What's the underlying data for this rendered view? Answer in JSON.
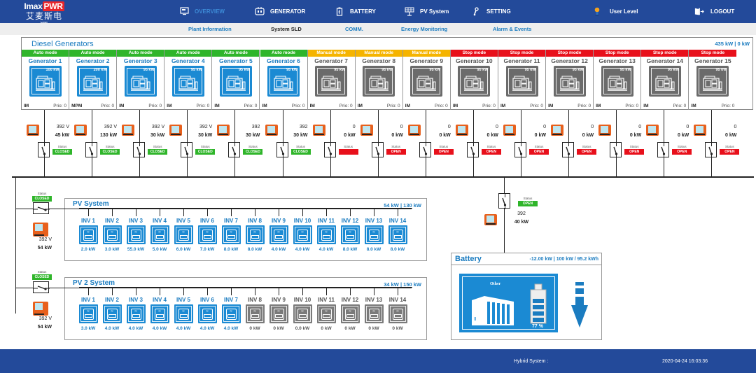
{
  "header": {
    "logo_brand_a": "Imax",
    "logo_brand_b": "PWR",
    "logo_subtitle": "艾麦斯电源",
    "nav": [
      {
        "label": "OVERVIEW",
        "icon": "monitor-icon",
        "active": true
      },
      {
        "label": "GENERATOR",
        "icon": "generator-icon",
        "active": false
      },
      {
        "label": "BATTERY",
        "icon": "battery-icon",
        "active": false
      },
      {
        "label": "PV System",
        "icon": "solar-panel-icon",
        "active": false
      },
      {
        "label": "SETTING",
        "icon": "wrench-icon",
        "active": false
      },
      {
        "label": "User Level",
        "icon": "user-level-icon",
        "active": false
      },
      {
        "label": "LOGOUT",
        "icon": "logout-icon",
        "active": false
      }
    ]
  },
  "subnav": [
    {
      "label": "Plant Information",
      "active": false
    },
    {
      "label": "System SLD",
      "active": true
    },
    {
      "label": "COMM.",
      "active": false
    },
    {
      "label": "Energy Monitoring",
      "active": false
    },
    {
      "label": "Alarm & Events",
      "active": false
    }
  ],
  "colors": {
    "header_bg": "#234a9a",
    "accent_blue": "#1b7cc0",
    "icon_blue": "#1b8ad3",
    "icon_gray": "#6b6b6b",
    "auto_mode": "#2fb52a",
    "manual_mode": "#f5b400",
    "stop_mode": "#e8101b",
    "closed": "#2fb52a",
    "open": "#e8101b"
  },
  "diesel": {
    "title": "Diesel Generators",
    "total": "435 kW | 0 kW",
    "generators": [
      {
        "mode": "Auto mode",
        "mode_key": "auto",
        "name": "Generator 1",
        "rating": "100 kW",
        "type": "IM",
        "prio": "Prio: 0",
        "voltage": "392 V",
        "power": "45 kW",
        "status_label": "Status",
        "status": "CLOSED",
        "status_key": "closed"
      },
      {
        "mode": "Auto mode",
        "mode_key": "auto",
        "name": "Generator 2",
        "rating": "200 kW",
        "type": "MPM",
        "prio": "Prio: 0",
        "voltage": "392 V",
        "power": "130 kW",
        "status_label": "Status",
        "status": "CLOSED",
        "status_key": "closed"
      },
      {
        "mode": "Auto mode",
        "mode_key": "auto",
        "name": "Generator 3",
        "rating": "95 kW",
        "type": "IM",
        "prio": "Prio: 0",
        "voltage": "392 V",
        "power": "30 kW",
        "status_label": "Status",
        "status": "CLOSED",
        "status_key": "closed"
      },
      {
        "mode": "Auto mode",
        "mode_key": "auto",
        "name": "Generator 4",
        "rating": "95 kW",
        "type": "IM",
        "prio": "Prio: 0",
        "voltage": "392 V",
        "power": "30 kW",
        "status_label": "Status",
        "status": "CLOSED",
        "status_key": "closed"
      },
      {
        "mode": "Auto mode",
        "mode_key": "auto",
        "name": "Generator 5",
        "rating": "95 kW",
        "type": "IM",
        "prio": "Prio: 0",
        "voltage": "392",
        "power": "30 kW",
        "status_label": "Status",
        "status": "CLOSED",
        "status_key": "closed"
      },
      {
        "mode": "Auto mode",
        "mode_key": "auto",
        "name": "Generator 6",
        "rating": "95 kW",
        "type": "IM",
        "prio": "Prio: 0",
        "voltage": "392",
        "power": "30 kW",
        "status_label": "Status",
        "status": "CLOSED",
        "status_key": "closed"
      },
      {
        "mode": "Manual mode",
        "mode_key": "manual",
        "name": "Generator 7",
        "rating": "95 kW",
        "type": "IM",
        "prio": "Prio: 0",
        "voltage": "0",
        "power": "0 kW",
        "status_label": "Status",
        "status": "",
        "status_key": "open"
      },
      {
        "mode": "Manual mode",
        "mode_key": "manual",
        "name": "Generator 8",
        "rating": "95 kW",
        "type": "IM",
        "prio": "Prio: 0",
        "voltage": "0",
        "power": "0 kW",
        "status_label": "Status",
        "status": "OPEN",
        "status_key": "open"
      },
      {
        "mode": "Manual mode",
        "mode_key": "manual",
        "name": "Generator 9",
        "rating": "95 kW",
        "type": "IM",
        "prio": "Prio: 0",
        "voltage": "0",
        "power": "0 kW",
        "status_label": "Status",
        "status": "OPEN",
        "status_key": "open"
      },
      {
        "mode": "Stop mode",
        "mode_key": "stop",
        "name": "Generator 10",
        "rating": "95 kW",
        "type": "IM",
        "prio": "Prio: 0",
        "voltage": "0",
        "power": "0 kW",
        "status_label": "Status",
        "status": "OPEN",
        "status_key": "open"
      },
      {
        "mode": "Stop mode",
        "mode_key": "stop",
        "name": "Generator 11",
        "rating": "95 kW",
        "type": "IM",
        "prio": "Prio: 0",
        "voltage": "0",
        "power": "0 kW",
        "status_label": "Status",
        "status": "OPEN",
        "status_key": "open"
      },
      {
        "mode": "Stop mode",
        "mode_key": "stop",
        "name": "Generator 12",
        "rating": "95 kW",
        "type": "IM",
        "prio": "Prio: 0",
        "voltage": "0",
        "power": "0 kW",
        "status_label": "Status",
        "status": "OPEN",
        "status_key": "open"
      },
      {
        "mode": "Stop mode",
        "mode_key": "stop",
        "name": "Generator 13",
        "rating": "95 kW",
        "type": "IM",
        "prio": "Prio: 0",
        "voltage": "0",
        "power": "0 kW",
        "status_label": "Status",
        "status": "OPEN",
        "status_key": "open"
      },
      {
        "mode": "Stop mode",
        "mode_key": "stop",
        "name": "Generator 14",
        "rating": "95 kW",
        "type": "IM",
        "prio": "Prio: 0",
        "voltage": "0",
        "power": "0 kW",
        "status_label": "Status",
        "status": "OPEN",
        "status_key": "open"
      },
      {
        "mode": "Stop mode",
        "mode_key": "stop",
        "name": "Generator 15",
        "rating": "95 kW",
        "type": "IM",
        "prio": "Prio: 0",
        "voltage": "0",
        "power": "0 kW",
        "status_label": "Status",
        "status": "OPEN",
        "status_key": "open"
      }
    ]
  },
  "pv1": {
    "title": "PV System",
    "total": "54 kW | 130 kW",
    "breaker_status_label": "Status",
    "breaker_status": "CLOSED",
    "voltage": "392 V",
    "power": "54 kW",
    "inverters": [
      {
        "name": "INV 1",
        "value": "2.0 kW",
        "on": true
      },
      {
        "name": "INV 2",
        "value": "3.0 kW",
        "on": true
      },
      {
        "name": "INV 3",
        "value": "55.0 kW",
        "on": true
      },
      {
        "name": "INV 4",
        "value": "5.0 kW",
        "on": true
      },
      {
        "name": "INV 5",
        "value": "6.0 kW",
        "on": true
      },
      {
        "name": "INV 6",
        "value": "7.0 kW",
        "on": true
      },
      {
        "name": "INV 7",
        "value": "8.0 kW",
        "on": true
      },
      {
        "name": "INV 8",
        "value": "8.0 kW",
        "on": true
      },
      {
        "name": "INV 9",
        "value": "4.0 kW",
        "on": true
      },
      {
        "name": "INV 10",
        "value": "4.0 kW",
        "on": true
      },
      {
        "name": "INV 11",
        "value": "4.0 kW",
        "on": true
      },
      {
        "name": "INV 12",
        "value": "8.0 kW",
        "on": true
      },
      {
        "name": "INV 13",
        "value": "8.0 kW",
        "on": true
      },
      {
        "name": "INV 14",
        "value": "8.0 kW",
        "on": true
      }
    ]
  },
  "pv2": {
    "title": "PV 2 System",
    "total": "34 kW | 150 kW",
    "breaker_status_label": "Status",
    "breaker_status": "CLOSED",
    "voltage": "392 V",
    "power": "54 kW",
    "inverters": [
      {
        "name": "INV 1",
        "value": "3.0 kW",
        "on": true
      },
      {
        "name": "INV 2",
        "value": "4.0 kW",
        "on": true
      },
      {
        "name": "INV 3",
        "value": "4.0 kW",
        "on": true
      },
      {
        "name": "INV 4",
        "value": "4.0 kW",
        "on": true
      },
      {
        "name": "INV 5",
        "value": "4.0 kW",
        "on": true
      },
      {
        "name": "INV 6",
        "value": "4.0 kW",
        "on": true
      },
      {
        "name": "INV 7",
        "value": "4.0 kW",
        "on": true
      },
      {
        "name": "INV 8",
        "value": "0 kW",
        "on": false
      },
      {
        "name": "INV 9",
        "value": "0 kW",
        "on": false
      },
      {
        "name": "INV 10",
        "value": "0.0 kW",
        "on": false
      },
      {
        "name": "INV 11",
        "value": "0 kW",
        "on": false
      },
      {
        "name": "INV 12",
        "value": "0 kW",
        "on": false
      },
      {
        "name": "INV 13",
        "value": "0 kW",
        "on": false
      },
      {
        "name": "INV 14",
        "value": "0 kW",
        "on": false
      }
    ]
  },
  "battery": {
    "title": "Battery",
    "stats": "-12.00 kW | 100 kW / 95.2 kWh",
    "type_label": "Other",
    "soc_label": "77 %",
    "soc": 77,
    "flow_direction": "down",
    "breaker_status_label": "Status",
    "breaker_status": "OPEN",
    "voltage": "392",
    "power": "40 kW"
  },
  "footer": {
    "system_label": "Hybrid System :",
    "timestamp": "2020-04-24 16:03:36"
  }
}
